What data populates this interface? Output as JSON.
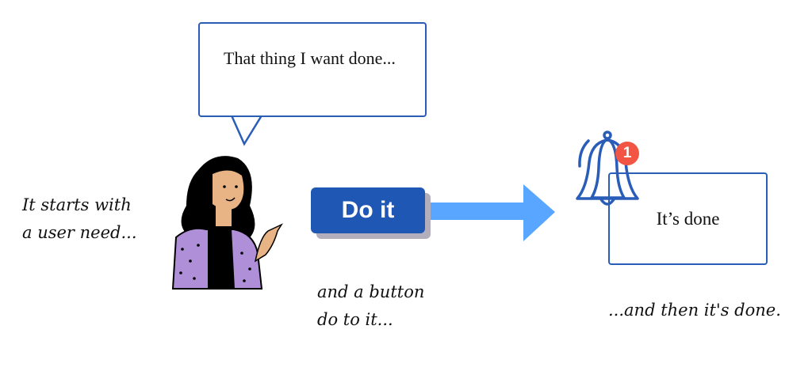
{
  "speech_bubble": {
    "text": "That thing I want done..."
  },
  "captions": {
    "user_need": "It starts with a user need...",
    "button": "and a button do to it...",
    "done": "...and then it's done."
  },
  "button": {
    "label": "Do it"
  },
  "notification": {
    "badge_count": "1",
    "message": "It’s done"
  },
  "colors": {
    "primary": "#1f57b4",
    "arrow": "#58a6ff",
    "badge": "#f25543",
    "outline": "#2a5db8",
    "jacket": "#b08fd9"
  }
}
